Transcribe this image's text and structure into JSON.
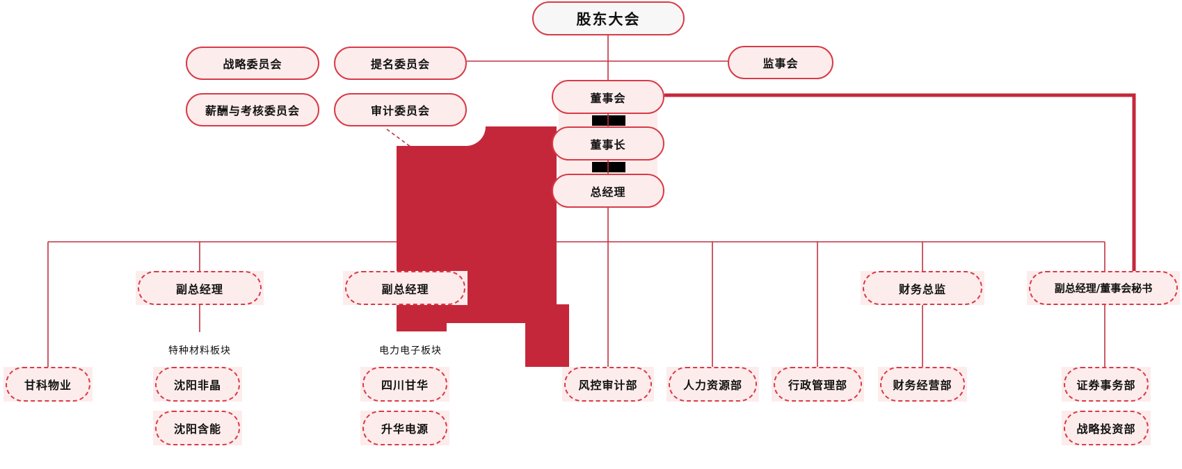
{
  "nodes": {
    "shareholders": "股东大会",
    "committee_strategy": "战略委员会",
    "committee_nomination": "提名委员会",
    "committee_compensation": "薪酬与考核委员会",
    "committee_audit": "审计委员会",
    "supervisory_board": "监事会",
    "board": "董事会",
    "chairman": "董事长",
    "general_manager": "总经理",
    "vp1": "副总经理",
    "vp2": "副总经理",
    "cfo": "财务总监",
    "vp_secretary": "副总经理/董事会秘书",
    "property": "甘科物业",
    "group1_label": "特种材料板块",
    "group1_item1": "沈阳非晶",
    "group1_item2": "沈阳含能",
    "group2_label": "电力电子板块",
    "group2_item1": "四川甘华",
    "group2_item2": "升华电源",
    "dept_risk_audit": "风控审计部",
    "dept_hr": "人力资源部",
    "dept_admin": "行政管理部",
    "dept_finance_ops": "财务经营部",
    "dept_securities": "证券事务部",
    "dept_strategic_investment": "战略投资部"
  },
  "colors": {
    "accent_red": "#c5273a",
    "line_red": "#c03040",
    "border_red": "#d73a47",
    "pink_fill": "#fdecec",
    "top_fill": "#f7f7f7",
    "redaction_black": "#000000"
  }
}
